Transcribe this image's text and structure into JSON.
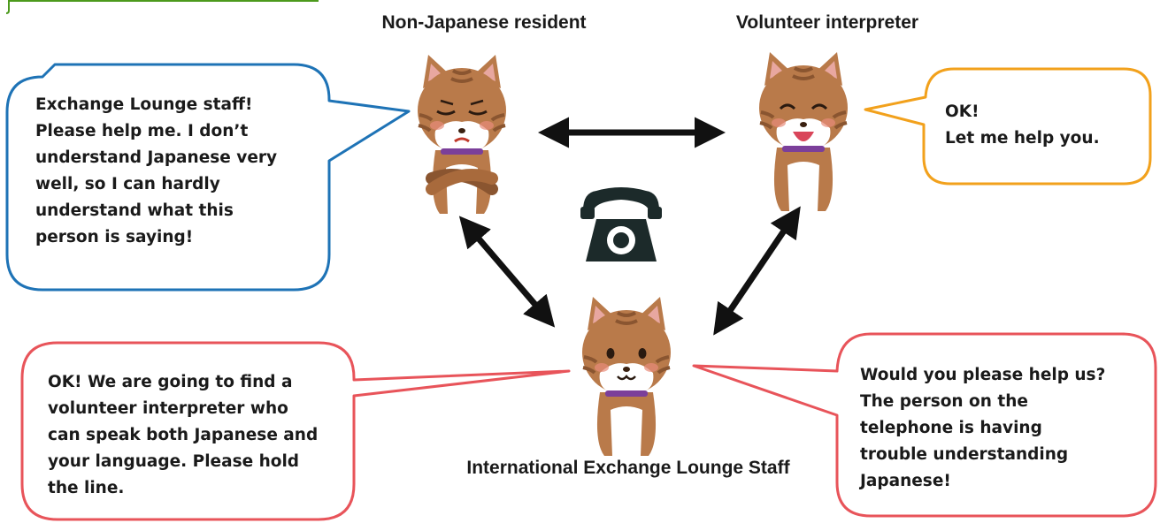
{
  "roles": {
    "resident": "Non-Japanese resident",
    "interpreter": "Volunteer interpreter",
    "staff": "International Exchange Lounge Staff"
  },
  "bubbles": {
    "resident": [
      "Exchange Lounge staff!",
      "Please help me. I don’t",
      "understand Japanese very",
      "well, so I can hardly",
      "understand what this",
      "person is saying!"
    ],
    "interpreter": [
      "OK!",
      "Let me help you."
    ],
    "staff_to_resident": [
      "OK! We are going to find a",
      "volunteer interpreter who",
      "can speak both Japanese and",
      "your language. Please hold",
      "the line."
    ],
    "staff_to_interpreter": [
      "Would you please help us?",
      "The person on the",
      "telephone is having",
      "trouble understanding",
      "Japanese!"
    ]
  },
  "colors": {
    "resident_bubble": "#1e73b6",
    "interpreter_bubble": "#f2a11c",
    "staff_bubble": "#e8545a",
    "cat_fur": "#b97a4a",
    "cat_stripe": "#8a5530",
    "collar": "#7b3f9a",
    "phone": "#1c2a2a",
    "corner_tag": "#4c9a1c"
  },
  "icons": [
    "cat-worried-icon",
    "cat-happy-icon",
    "cat-staff-icon",
    "telephone-icon",
    "double-arrow-icon"
  ]
}
